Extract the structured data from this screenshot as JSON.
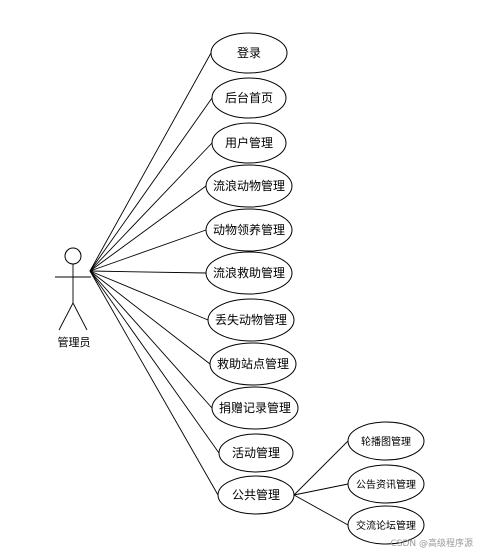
{
  "actor": {
    "label": "管理员"
  },
  "use_cases": [
    "登录",
    "后台首页",
    "用户管理",
    "流浪动物管理",
    "动物领养管理",
    "流浪救助管理",
    "丢失动物管理",
    "救助站点管理",
    "捐赠记录管理",
    "活动管理",
    "公共管理"
  ],
  "sub_use_cases": [
    "轮播图管理",
    "公告资讯管理",
    "交流论坛管理"
  ],
  "watermark": "CSDN @高级程序源"
}
